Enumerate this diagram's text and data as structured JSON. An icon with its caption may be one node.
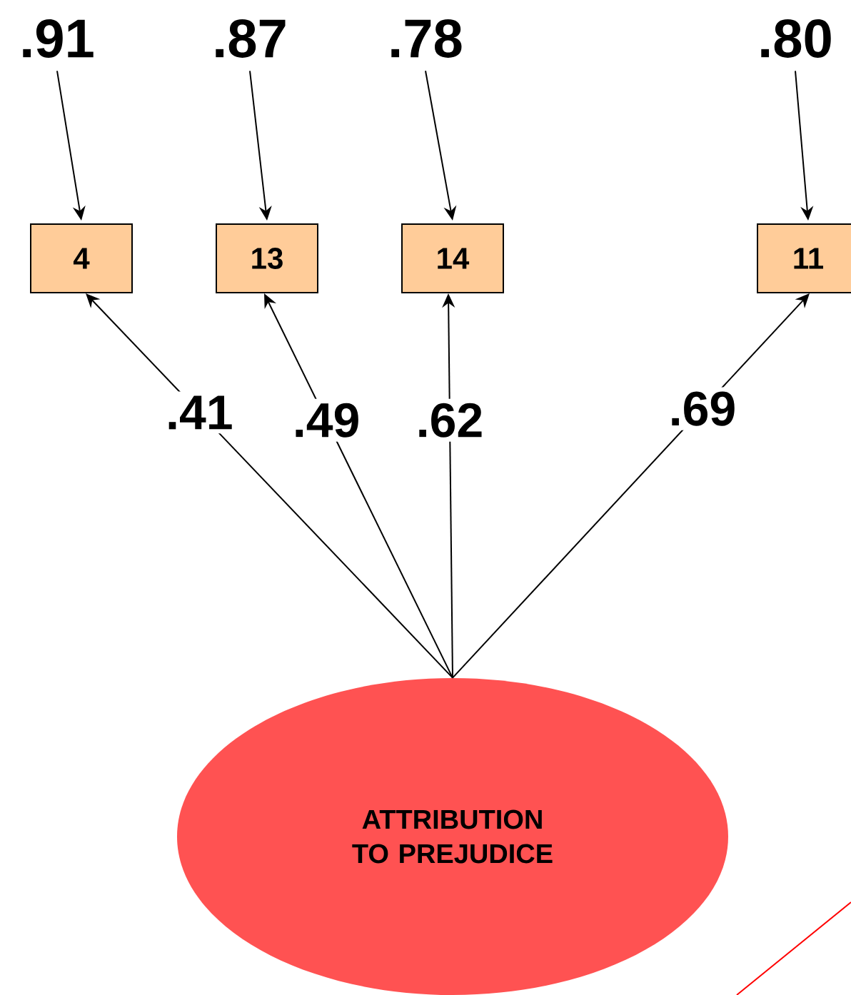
{
  "diagram": {
    "nodes": [
      {
        "text": [
          ".91"
        ]
      },
      {
        "text": [
          ".87"
        ]
      },
      {
        "text": [
          ".78"
        ]
      },
      {
        "text": [
          ".80"
        ]
      },
      {
        "text": [
          "4"
        ]
      },
      {
        "text": [
          "13"
        ]
      },
      {
        "text": [
          "14"
        ]
      },
      {
        "text": [
          "11"
        ]
      },
      {
        "text": [
          "ATTRIBUTION TO PREJUDICE"
        ]
      }
    ],
    "edges": [
      {
        "from": 0,
        "to": 4,
        "arrow": "to"
      },
      {
        "from": 1,
        "to": 5,
        "arrow": "to"
      },
      {
        "from": 2,
        "to": 6,
        "arrow": "to"
      },
      {
        "from": 3,
        "to": 7,
        "arrow": "to"
      },
      {
        "from": 8,
        "to": 4,
        "arrow": "to",
        "label": ".41"
      },
      {
        "from": 8,
        "to": 5,
        "arrow": "to",
        "label": ".49"
      },
      {
        "from": 8,
        "to": 6,
        "arrow": "to",
        "label": ".62"
      },
      {
        "from": 8,
        "to": 7,
        "arrow": "to",
        "label": ".69"
      }
    ]
  }
}
